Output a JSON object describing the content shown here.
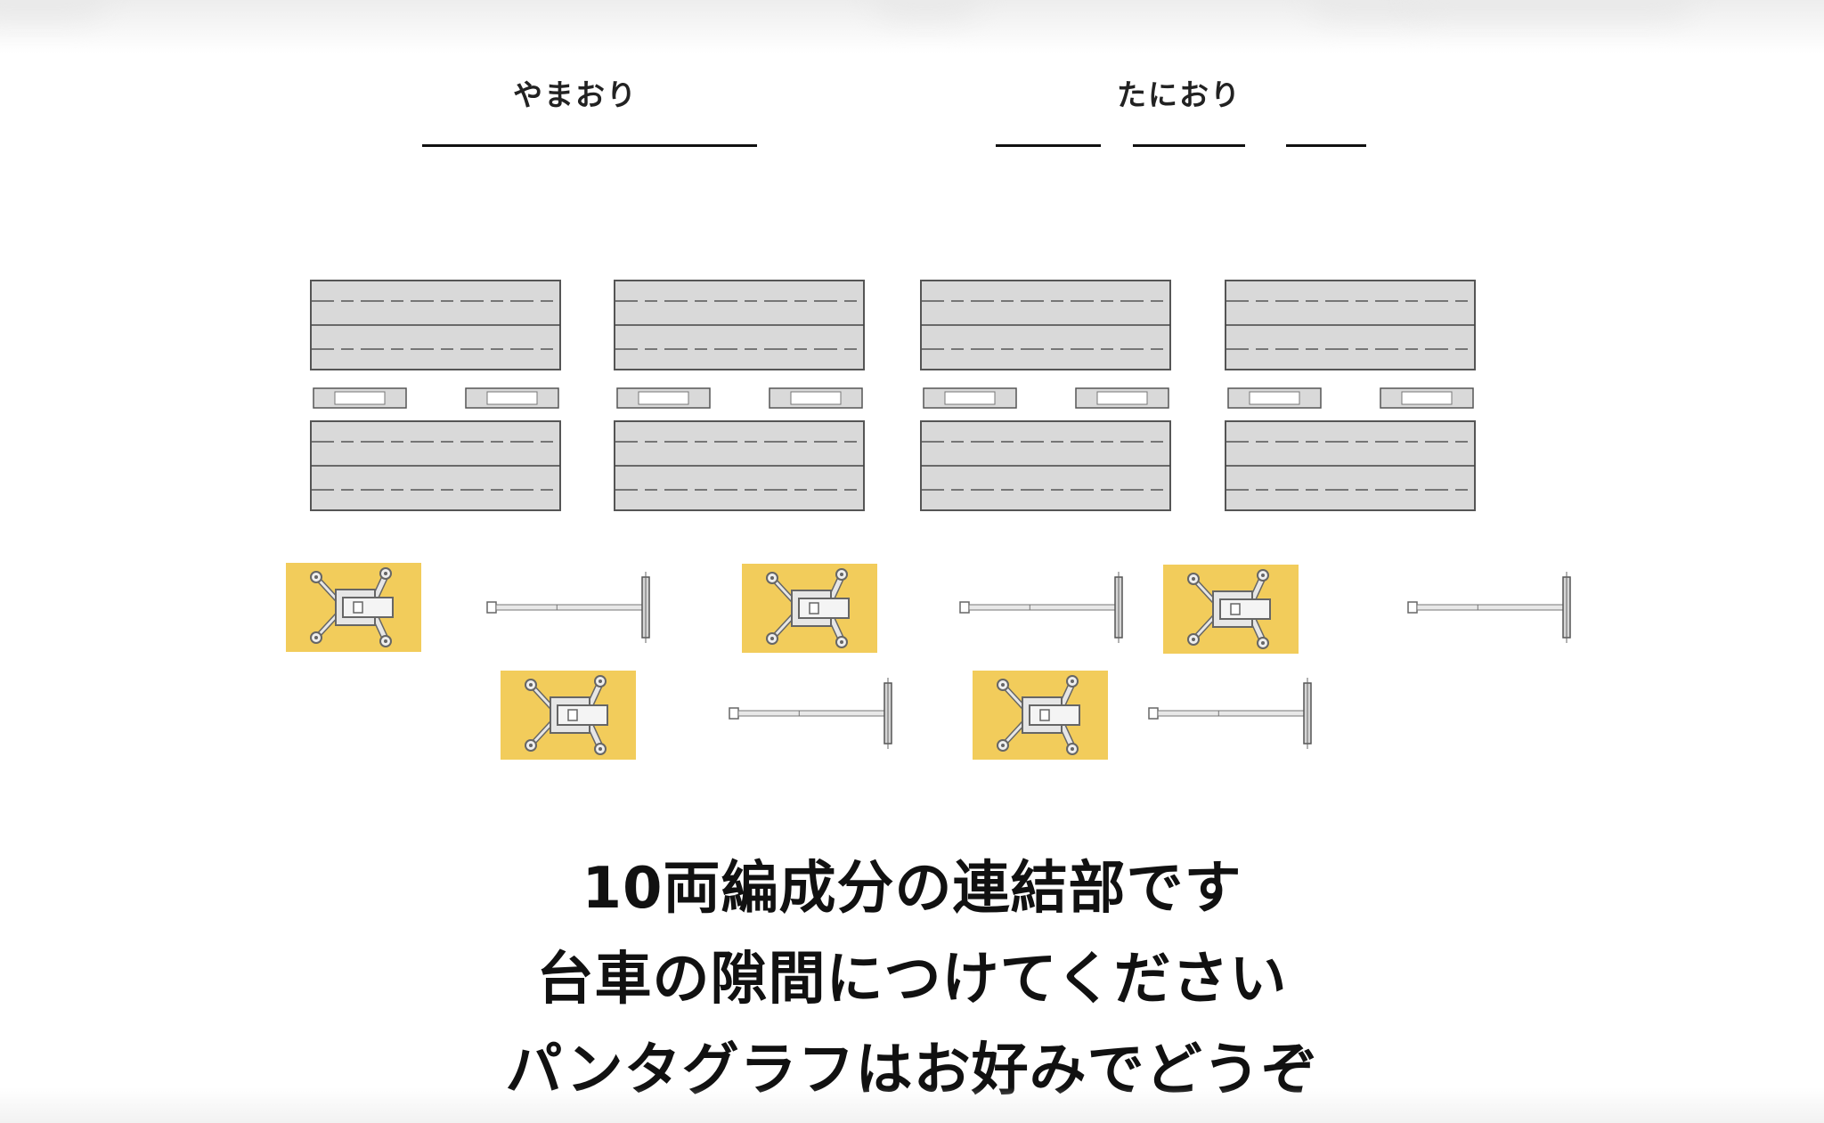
{
  "fold_labels": {
    "mountain": "やまおり",
    "valley": "たにおり"
  },
  "caption_lines": [
    "10両編成分の連結部です",
    "台車の隙間につけてください",
    "パンタグラフはお好みでどうぞ"
  ],
  "colors": {
    "gangway_fill": "#d9d9d9",
    "gangway_stroke": "#555555",
    "pantograph_base": "#f2cc5b",
    "line": "#111111"
  },
  "icons": {
    "gangway": "gangway-panel-icon",
    "pantograph": "pantograph-icon",
    "coupler": "coupler-rod-icon"
  }
}
